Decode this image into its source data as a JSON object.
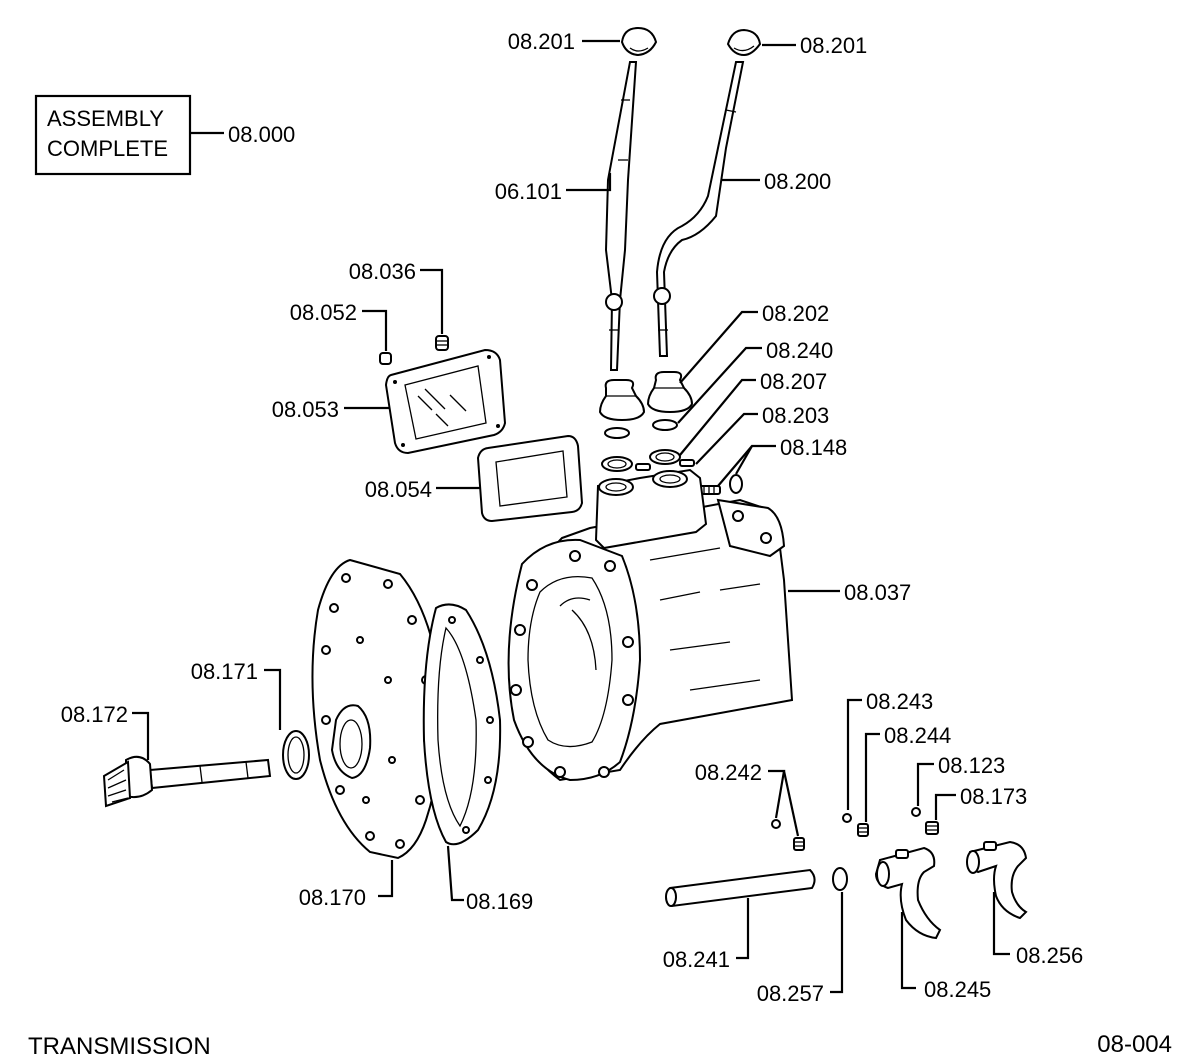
{
  "title_box": {
    "line1": "ASSEMBLY",
    "line2": "COMPLETE",
    "code": "08.000"
  },
  "labels": {
    "knob_left": "08.201",
    "knob_right": "08.201",
    "lever_left": "06.101",
    "lever_right": "08.200",
    "screw_036": "08.036",
    "screw_052": "08.052",
    "cover": "08.053",
    "gasket": "08.054",
    "boot": "08.202",
    "ring_240": "08.240",
    "ring_207": "08.207",
    "pin_203": "08.203",
    "bolt_148": "08.148",
    "housing": "08.037",
    "seal_171": "08.171",
    "shaft_172": "08.172",
    "end_cover": "08.170",
    "gasket_169": "08.169",
    "ball_243": "08.243",
    "spring_244": "08.244",
    "ball_123": "08.123",
    "spring_173": "08.173",
    "pins_242": "08.242",
    "rod_241": "08.241",
    "ring_257": "08.257",
    "fork_245": "08.245",
    "fork_256": "08.256"
  },
  "footer": {
    "left": "TRANSMISSION",
    "right": "08-004"
  }
}
